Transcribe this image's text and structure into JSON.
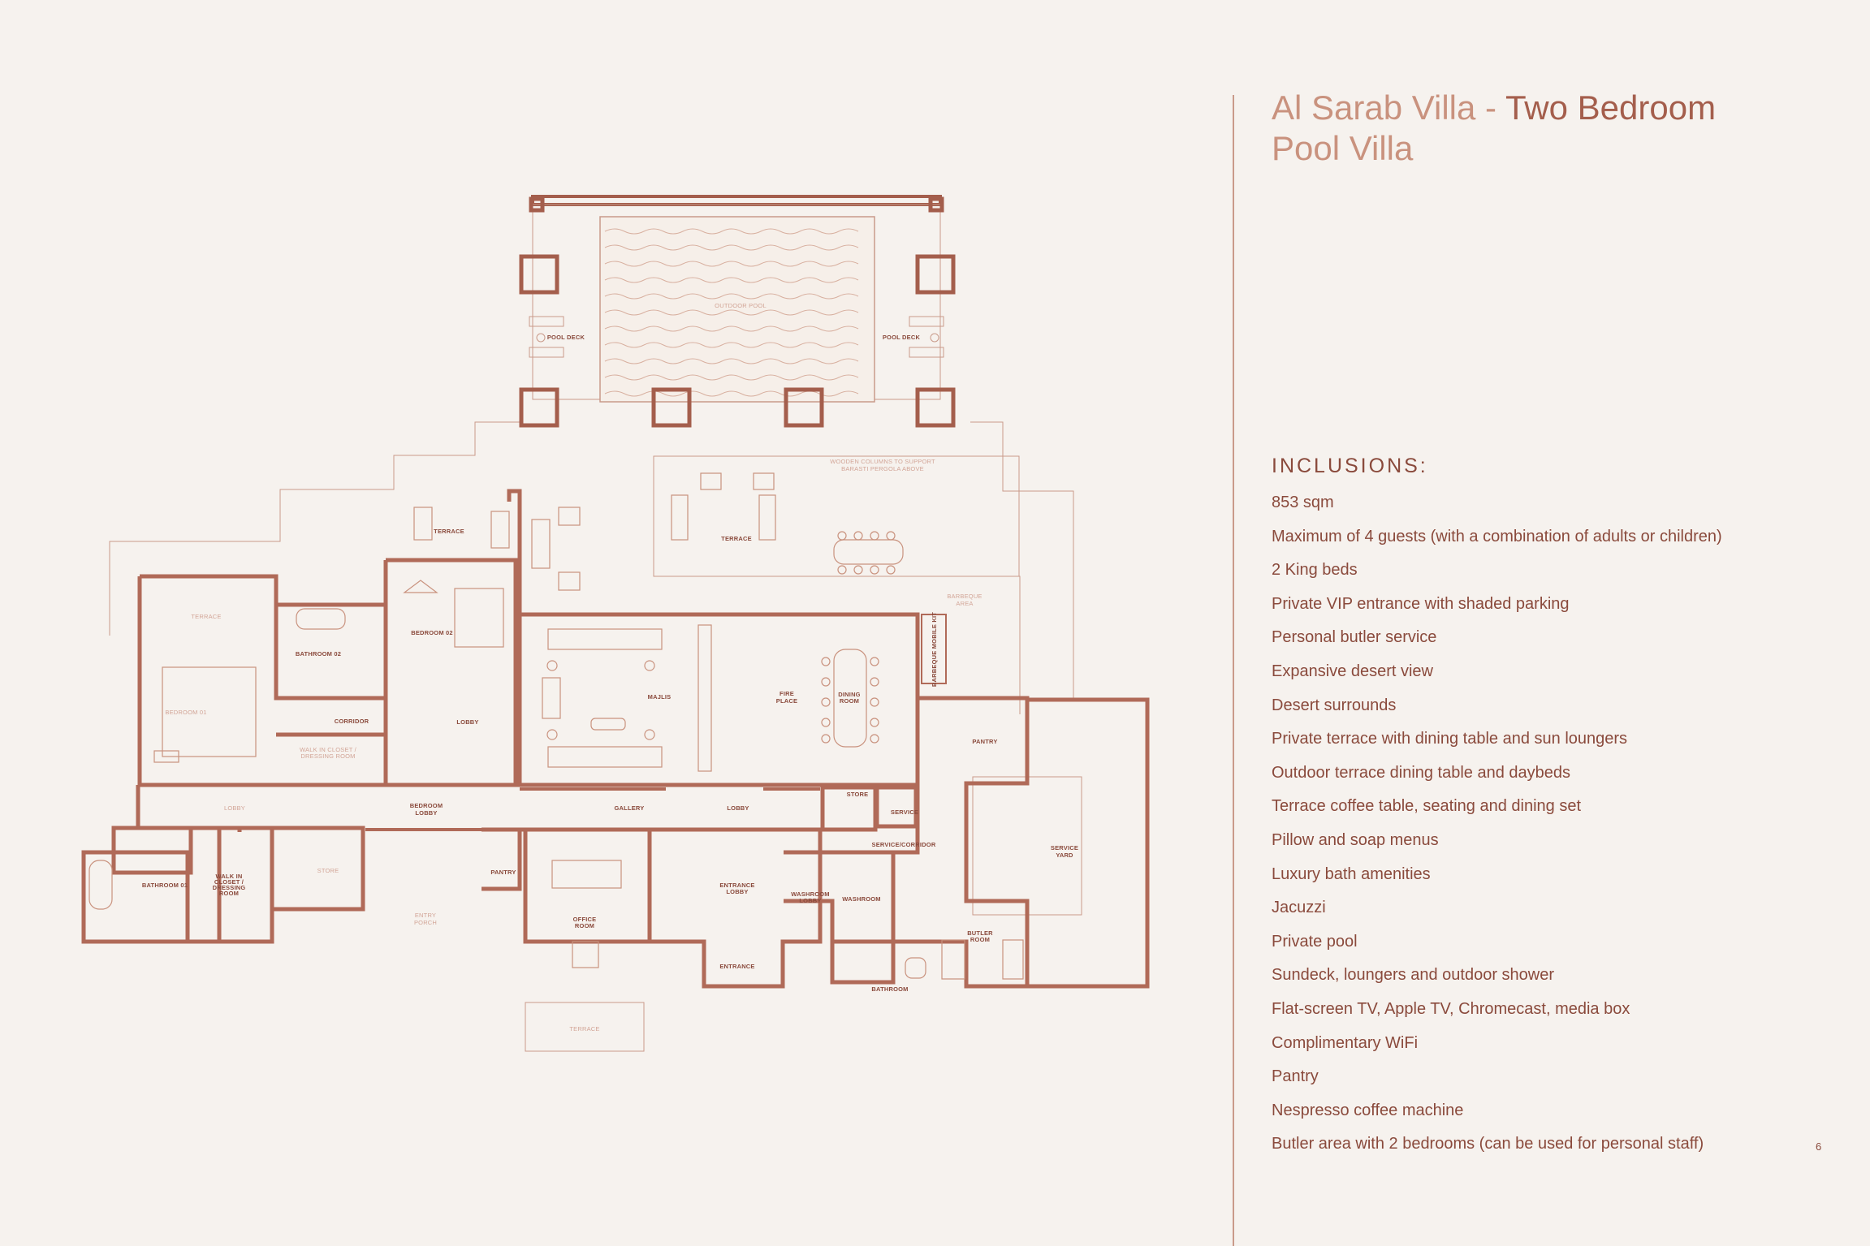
{
  "header": {
    "title_part1": "Al Sarab Villa - ",
    "title_part2": "Two Bedroom",
    "title_line2": "Pool Villa"
  },
  "inclusions": {
    "heading": "INCLUSIONS:",
    "items": [
      "853 sqm",
      "Maximum of 4 guests (with a combination of adults or children)",
      "2 King beds",
      "Private VIP entrance with shaded parking",
      "Personal butler service",
      "Expansive desert view",
      "Desert surrounds",
      "Private terrace with dining table and sun loungers",
      "Outdoor terrace dining table and daybeds",
      "Terrace coffee table, seating and dining set",
      "Pillow and soap menus",
      "Luxury bath amenities",
      "Jacuzzi",
      "Private pool",
      "Sundeck, loungers and outdoor shower",
      "Flat-screen TV, Apple TV, Chromecast, media box",
      "Complimentary WiFi",
      "Pantry",
      "Nespresso coffee machine",
      "Butler area with 2 bedrooms (can be used for personal staff)"
    ]
  },
  "page_number": "6",
  "floorplan": {
    "rooms": {
      "outdoor_pool": "OUTDOOR POOL",
      "pool_deck": "POOL DECK",
      "wooden_columns_1": "WOODEN COLUMNS TO SUPPORT",
      "wooden_columns_2": "BARASTI PERGOLA ABOVE",
      "terrace": "TERRACE",
      "barbeque_area_1": "BARBEQUE",
      "barbeque_area_2": "AREA",
      "bedroom_02": "BEDROOM 02",
      "bedroom_01": "BEDROOM 01",
      "bathroom_02": "BATHROOM 02",
      "bathroom_01": "BATHROOM 01",
      "corridor": "CORRIDOR",
      "walk_in_closet_1": "WALK IN CLOSET /",
      "walk_in_closet_2": "DRESSING ROOM",
      "walk_in_1": "WALK IN",
      "walk_in_2": "CLOSET /",
      "walk_in_3": "DRESSING",
      "walk_in_4": "ROOM",
      "lobby": "LOBBY",
      "majlis": "MAJLIS",
      "fire_place_1": "FIRE",
      "fire_place_2": "PLACE",
      "dining_room_1": "DINING",
      "dining_room_2": "ROOM",
      "barbeque_mobile_kit": "BARBEQUE MOBILE KIT",
      "pantry": "PANTRY",
      "bedroom_lobby_1": "BEDROOM",
      "bedroom_lobby_2": "LOBBY",
      "gallery": "GALLERY",
      "store": "STORE",
      "service": "SERVICE",
      "service_corridor": "SERVICE/CORRIDOR",
      "service_yard_1": "SERVICE",
      "service_yard_2": "YARD",
      "entry_porch_1": "ENTRY",
      "entry_porch_2": "PORCH",
      "office_room_1": "OFFICE",
      "office_room_2": "ROOM",
      "entrance_lobby_1": "ENTRANCE",
      "entrance_lobby_2": "LOBBY",
      "washroom_lobby_1": "WASHROOM",
      "washroom_lobby_2": "LOBBY",
      "washroom": "WASHROOM",
      "butler_room_1": "BUTLER",
      "butler_room_2": "ROOM",
      "entrance": "ENTRANCE",
      "bathroom": "BATHROOM"
    }
  }
}
